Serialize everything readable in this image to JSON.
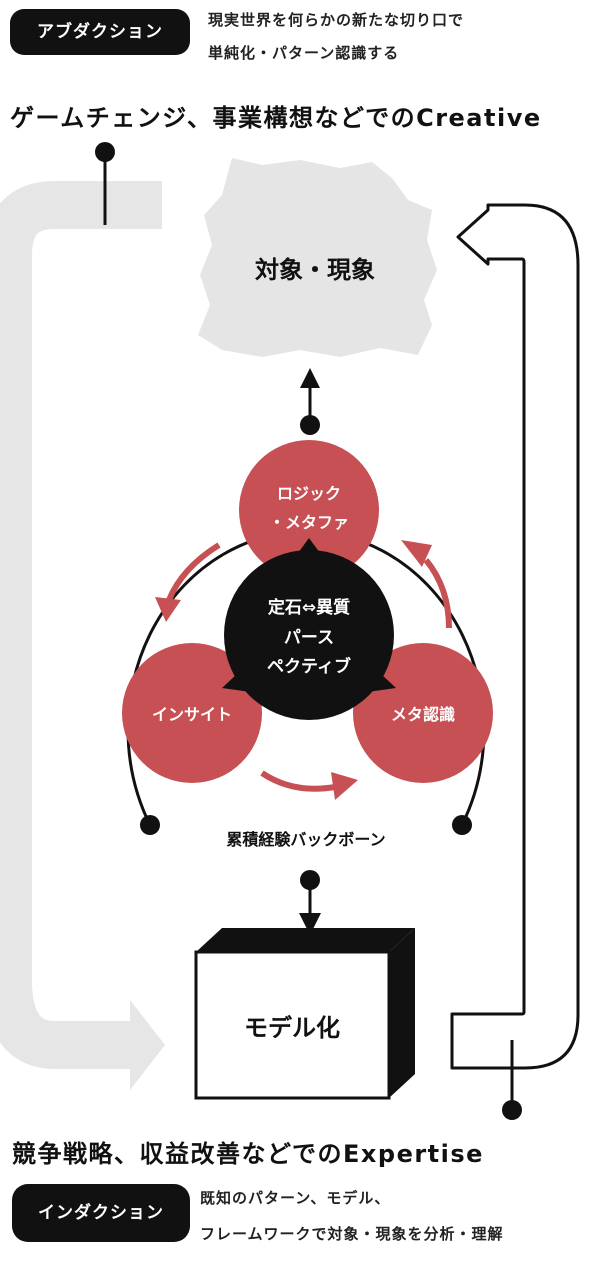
{
  "abduction": {
    "label": "アブダクション",
    "desc_line1": "現実世界を何らかの新たな切り口で",
    "desc_line2": "単純化・パターン認識する"
  },
  "creative_heading": "ゲームチェンジ、事業構想などでのCreative",
  "target": {
    "label": "対象・現象"
  },
  "core": {
    "logic": [
      "ロジック",
      "・メタファ"
    ],
    "insight": "インサイト",
    "meta": "メタ認識",
    "center": [
      "定石⇔異質",
      "パース",
      "ペクティブ"
    ]
  },
  "backbone": "累積経験バックボーン",
  "model": {
    "label": "モデル化"
  },
  "expertise_heading": "競争戦略、収益改善などでのExpertise",
  "induction": {
    "label": "インダクション",
    "desc_line1": "既知のパターン、モデル、",
    "desc_line2": "フレームワークで対象・現象を分析・理解"
  },
  "colors": {
    "accent": "#c75054",
    "dark": "#111111",
    "gray": "#e5e5e5"
  }
}
